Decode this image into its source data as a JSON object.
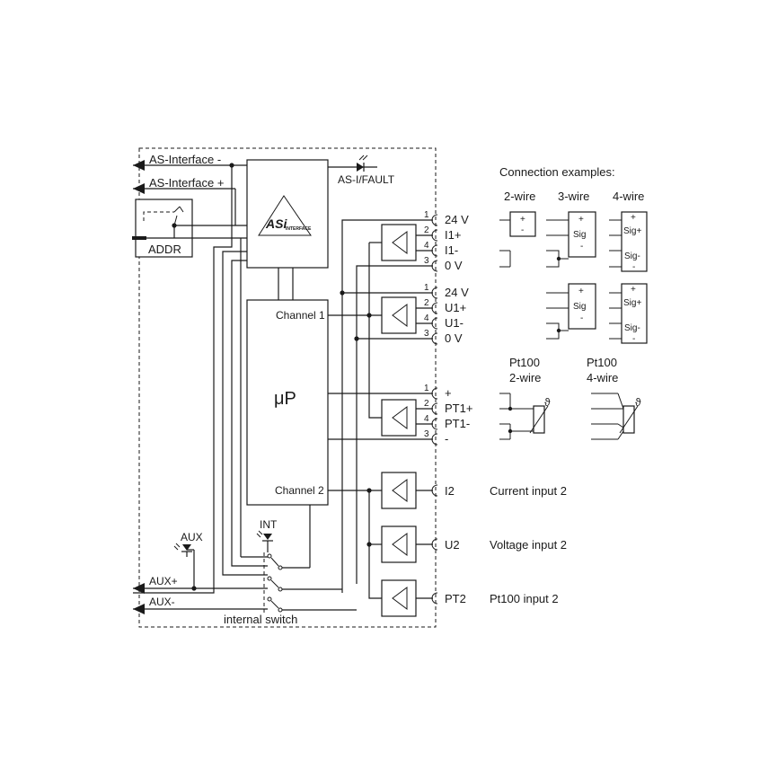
{
  "labels": {
    "as_interface_minus": "AS-Interface -",
    "as_interface_plus": "AS-Interface +",
    "as_i_fault": "AS-I/FAULT",
    "addr": "ADDR",
    "as_i_logo_text": "INTERFACE",
    "channel_1": "Channel 1",
    "channel_2": "Channel 2",
    "microprocessor": "μP",
    "aux": "AUX",
    "aux_plus": "AUX+",
    "aux_minus": "AUX-",
    "int": "INT",
    "internal_switch": "internal switch"
  },
  "terminals": {
    "group1": [
      {
        "num": "1",
        "label": "24 V"
      },
      {
        "num": "2",
        "label": "I1+"
      },
      {
        "num": "4",
        "label": "I1-"
      },
      {
        "num": "3",
        "label": "0 V"
      }
    ],
    "group2": [
      {
        "num": "1",
        "label": "24 V"
      },
      {
        "num": "2",
        "label": "U1+"
      },
      {
        "num": "4",
        "label": "U1-"
      },
      {
        "num": "3",
        "label": "0 V"
      }
    ],
    "group3": [
      {
        "num": "1",
        "label": "+"
      },
      {
        "num": "2",
        "label": "PT1+"
      },
      {
        "num": "4",
        "label": "PT1-"
      },
      {
        "num": "3",
        "label": "-"
      }
    ],
    "i2": "I2",
    "u2": "U2",
    "pt2": "PT2"
  },
  "inputs2": {
    "current": "Current input 2",
    "voltage": "Voltage input 2",
    "pt100": "Pt100 input 2"
  },
  "examples": {
    "title": "Connection examples:",
    "two_wire": "2-wire",
    "three_wire": "3-wire",
    "four_wire": "4-wire",
    "plus": "+",
    "minus": "-",
    "sig": "Sig",
    "sig_plus": "Sig+",
    "sig_minus": "Sig-",
    "pt100_2wire_a": "Pt100",
    "pt100_2wire_b": "2-wire",
    "pt100_4wire_a": "Pt100",
    "pt100_4wire_b": "4-wire",
    "theta": "ϑ"
  }
}
